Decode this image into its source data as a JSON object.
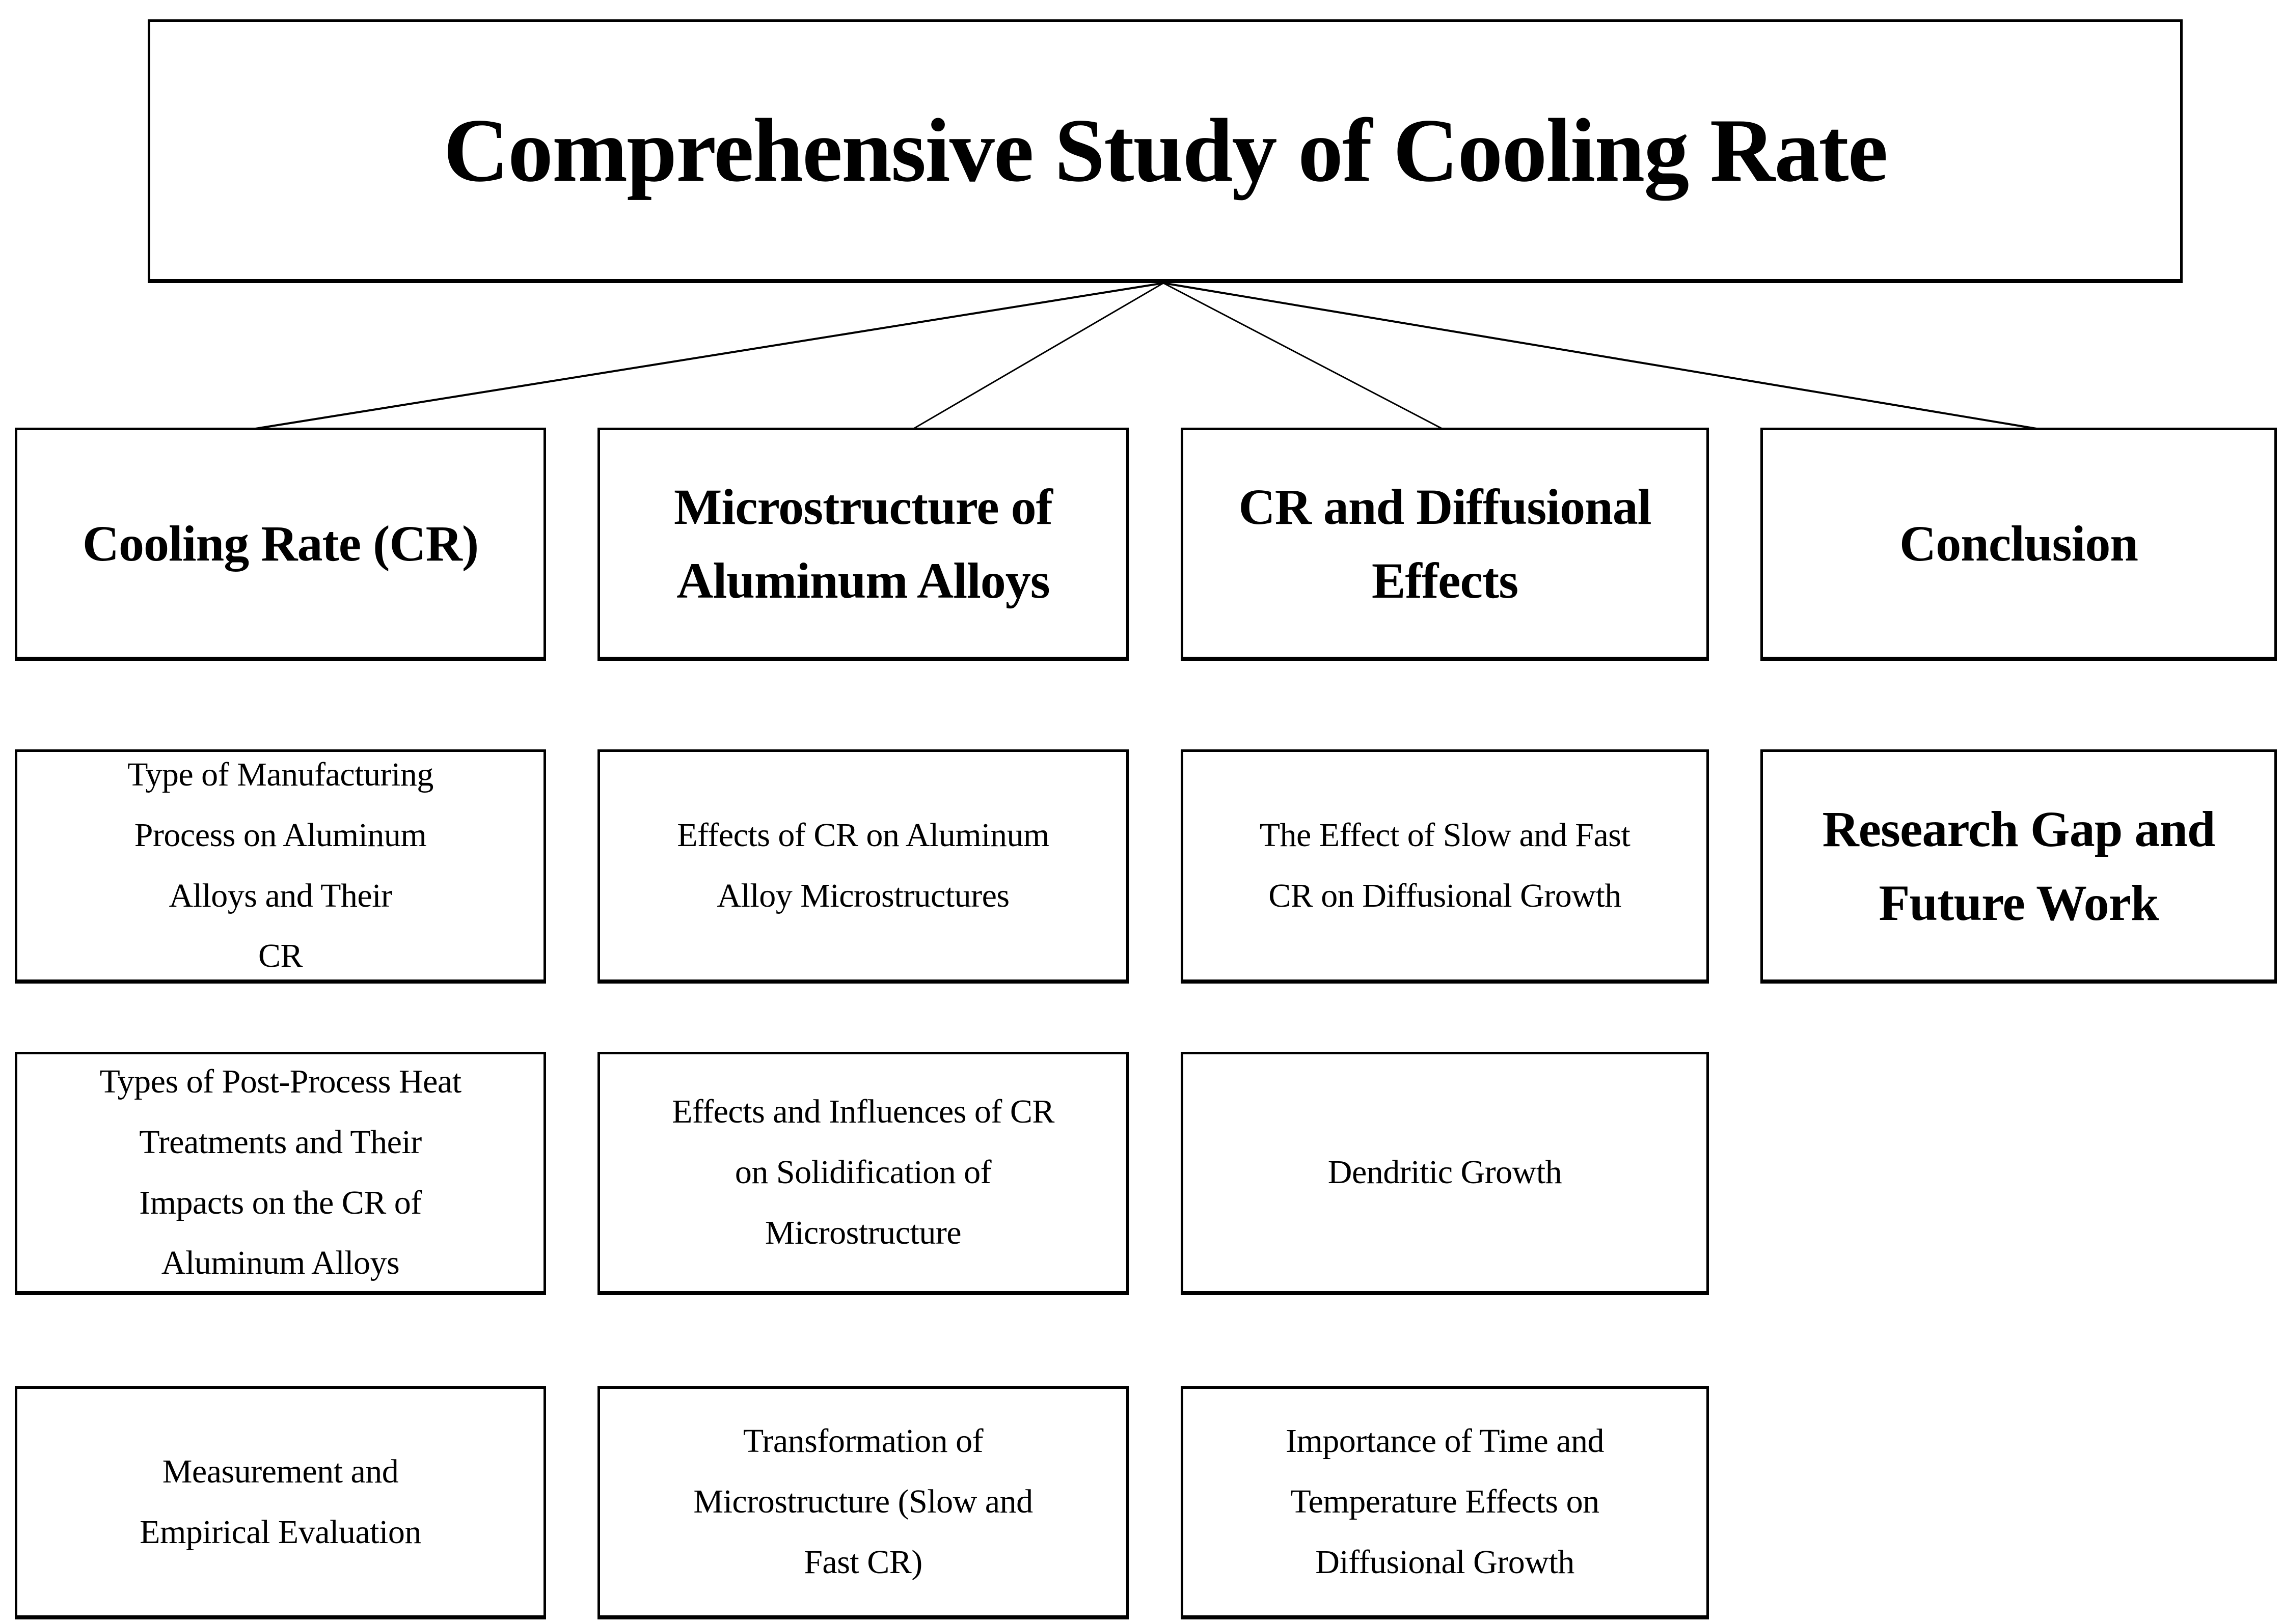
{
  "title": "Comprehensive Study of Cooling Rate",
  "columns": [
    {
      "header": "Cooling Rate (CR)",
      "items": [
        "Type of Manufacturing\nProcess on Aluminum\nAlloys and Their\nCR",
        "Types of Post-Process Heat\nTreatments and Their\nImpacts on the CR of\nAluminum Alloys",
        "Measurement and\nEmpirical Evaluation"
      ]
    },
    {
      "header": "Microstructure of\nAluminum Alloys",
      "items": [
        "Effects of CR on Aluminum\nAlloy Microstructures",
        "Effects and Influences of CR\non Solidification of\nMicrostructure",
        "Transformation of\nMicrostructure (Slow and\nFast CR)"
      ]
    },
    {
      "header": "CR and Diffusional\nEffects",
      "items": [
        "The Effect of Slow and Fast\nCR on Diffusional Growth",
        "Dendritic Growth",
        "Importance of Time and\nTemperature Effects on\nDiffusional Growth"
      ]
    },
    {
      "header": "Conclusion",
      "items": [
        "Research Gap and\nFuture Work"
      ]
    }
  ],
  "colors": {
    "ink": "#000000",
    "background": "#ffffff"
  }
}
